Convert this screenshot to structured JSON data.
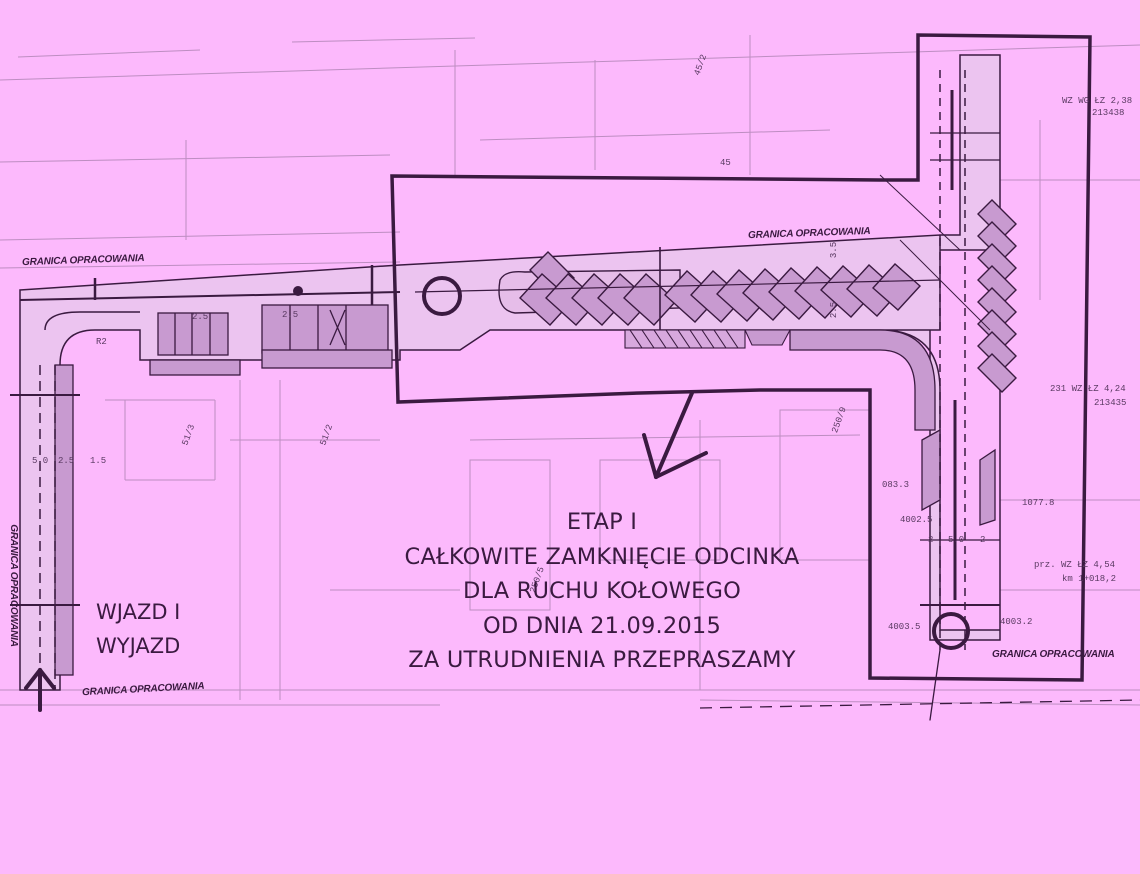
{
  "document": {
    "type": "road construction traffic plan (scanned, pink-tinted)",
    "background_color": "#fcb9fc",
    "ink_color": "#3a1a40",
    "fill_color": "#c89ad0"
  },
  "notice": {
    "stage": "ETAP I",
    "line1": "CAŁKOWITE ZAMKNIĘCIE ODCINKA",
    "line2": "DLA RUCHU KOŁOWEGO",
    "line3": "OD DNIA 21.09.2015",
    "line4": "ZA UTRUDNIENIA PRZEPRASZAMY"
  },
  "entry_exit": {
    "line1": "WJAZD I",
    "line2": "WYJAZD"
  },
  "boundary_labels": {
    "top_left": "GRANICA OPRACOWANIA",
    "center": "GRANICA OPRACOWANIA",
    "bottom_left": "GRANICA OPRACOWANIA",
    "bottom_right": "GRANICA OPRACOWANIA",
    "left_vertical": "GRANICA OPRACOWANIA"
  },
  "dimension_labels": {
    "lane_width_a": "5.0",
    "lane_width_b": "2.5",
    "lane_width_c": "1.5",
    "parking_a": "2.5",
    "parking_b": "2.5",
    "width_35": "3.5",
    "width_25": "2.5",
    "width_50_right": "5.0",
    "width_2_left": "2",
    "width_2_right": "2",
    "radius": "R2",
    "elev_1": "1077.8",
    "elev_2": "4003.2",
    "elev_3": "4003.5",
    "elev_4": "4002.5",
    "elev_5": "083.3",
    "plot_a": "51/3",
    "plot_b": "51/2",
    "plot_c": "45",
    "plot_d": "45/2",
    "plot_e": "250/9",
    "plot_f": "250/5"
  },
  "right_side_notes": {
    "note1": "WZ WG ŁZ 2,38",
    "note2": "213438",
    "note3": "231 WZ ŁZ 4,24",
    "note4": "213435",
    "note5": "prz. WZ ŁZ 4,54",
    "note6": "km 1+018,2"
  },
  "markers": {
    "closure_area": "thick outlined closed section",
    "arrow_direction": "down-left pointing arrow into closure area",
    "entry_arrow": "up-pointing arrow at left access road"
  }
}
